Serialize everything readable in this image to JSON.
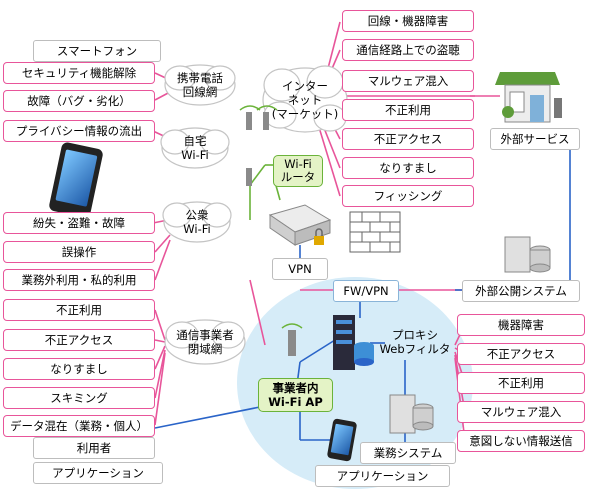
{
  "left_risks_top": [
    "スマートフォン",
    "セキュリティ機能解除",
    "故障（バグ・劣化）",
    "プライバシー情報の流出"
  ],
  "left_risks_mid": [
    "紛失・盗難・故障",
    "誤操作",
    "業務外利用・私的利用"
  ],
  "left_risks_bottom": [
    "不正利用",
    "不正アクセス",
    "なりすまし",
    "スキミング",
    "データ混在（業務・個人）"
  ],
  "left_footer": [
    "利用者",
    "アプリケーション"
  ],
  "top_risks": [
    "回線・機器障害",
    "通信経路上での盗聴",
    "マルウェア混入",
    "不正利用",
    "不正アクセス",
    "なりすまし",
    "フィッシング"
  ],
  "right_risks": [
    "機器障害",
    "不正アクセス",
    "不正利用",
    "マルウェア混入",
    "意図しない情報送信"
  ],
  "clouds": {
    "mobile": "携帯電話\n回線網",
    "internet": "インター\nネット\n(マーケット)",
    "home": "自宅\nWi-Fi",
    "public": "公衆\nWi-Fi",
    "carrier": "通信事業者\n閉域網"
  },
  "wifi_router": "Wi-Fi\nルータ",
  "ap": "事業者内\nWi-Fi AP",
  "external_service": "外部サービス",
  "vpn": "VPN",
  "fw_vpn": "FW/VPN",
  "public_system": "外部公開システム",
  "proxy": "プロキシ\nWebフィルタ",
  "business_system": "業務システム",
  "application_bottom": "アプリケーション"
}
